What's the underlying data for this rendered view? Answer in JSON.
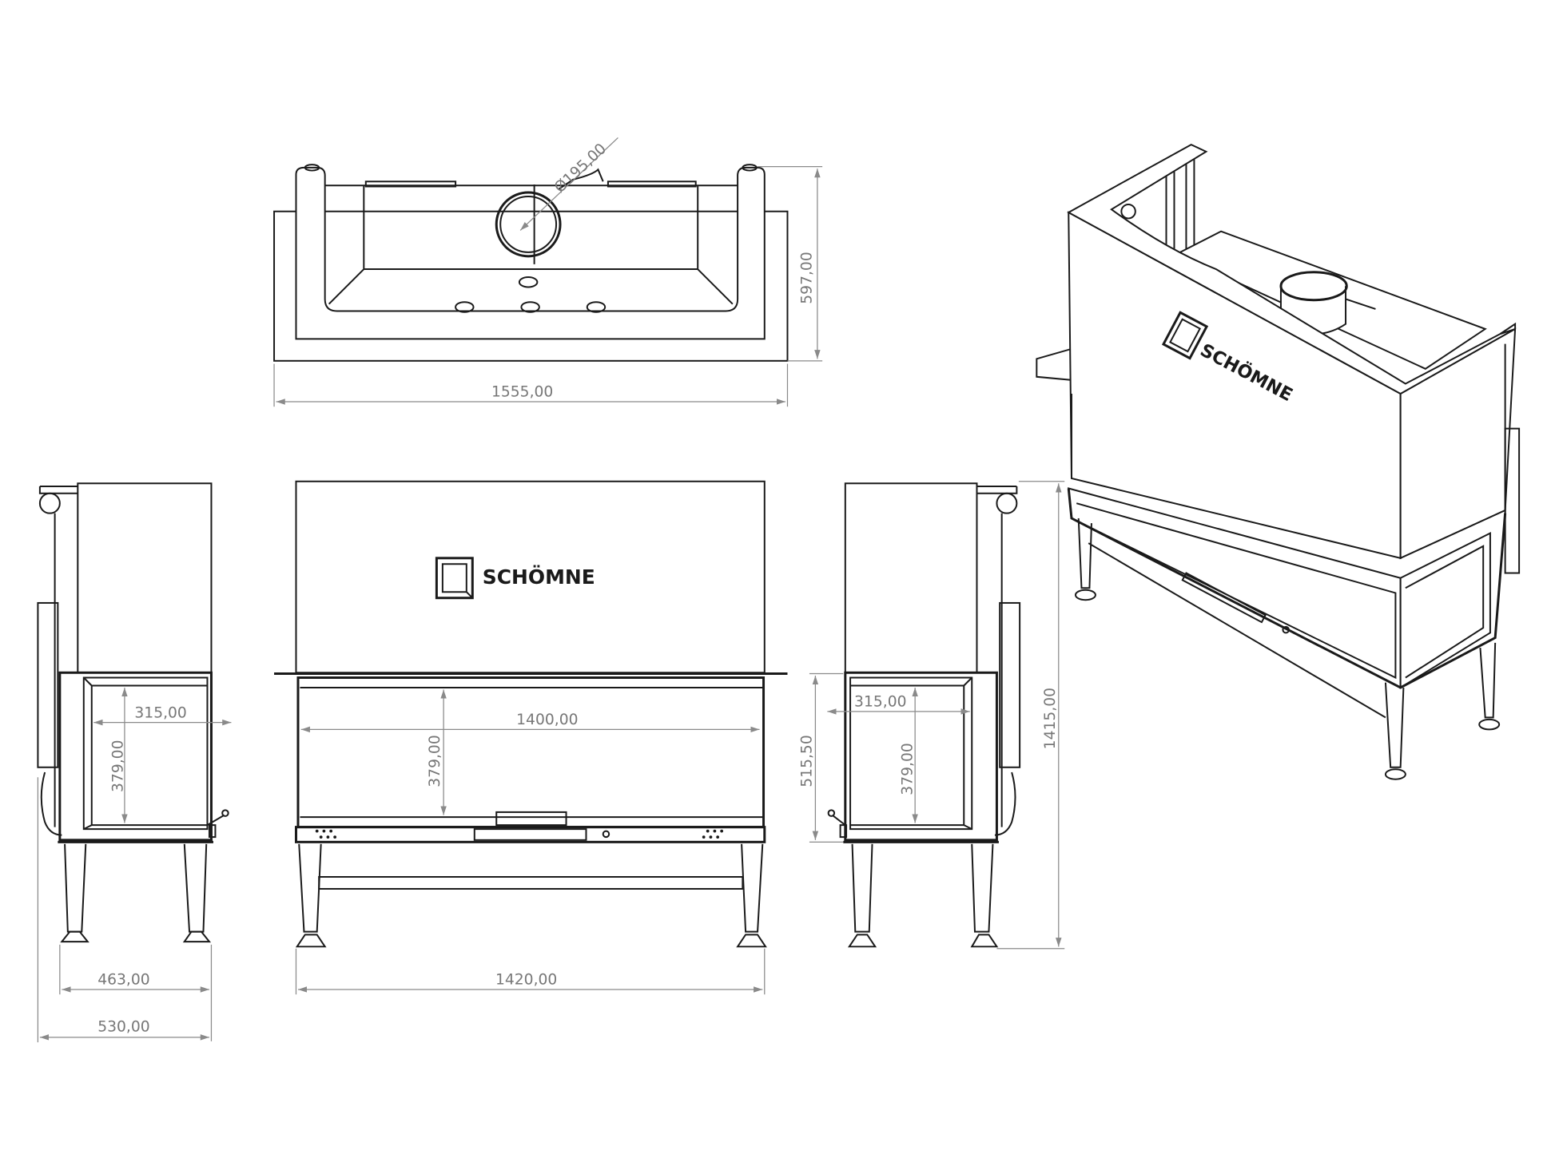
{
  "drawing": {
    "brand": "SCHÖMNE",
    "top_view": {
      "width": "1555,00",
      "depth": "597,00",
      "flue_diameter": "Ø195,00"
    },
    "left_view": {
      "glass_width": "315,00",
      "glass_height": "379,00",
      "depth_base": "463,00",
      "depth_total": "530,00"
    },
    "front_view": {
      "glass_width": "1400,00",
      "glass_height": "379,00",
      "width": "1420,00"
    },
    "right_view": {
      "glass_width": "315,00",
      "glass_height": "379,00",
      "opening_height": "515,50",
      "total_height": "1415,00"
    }
  }
}
